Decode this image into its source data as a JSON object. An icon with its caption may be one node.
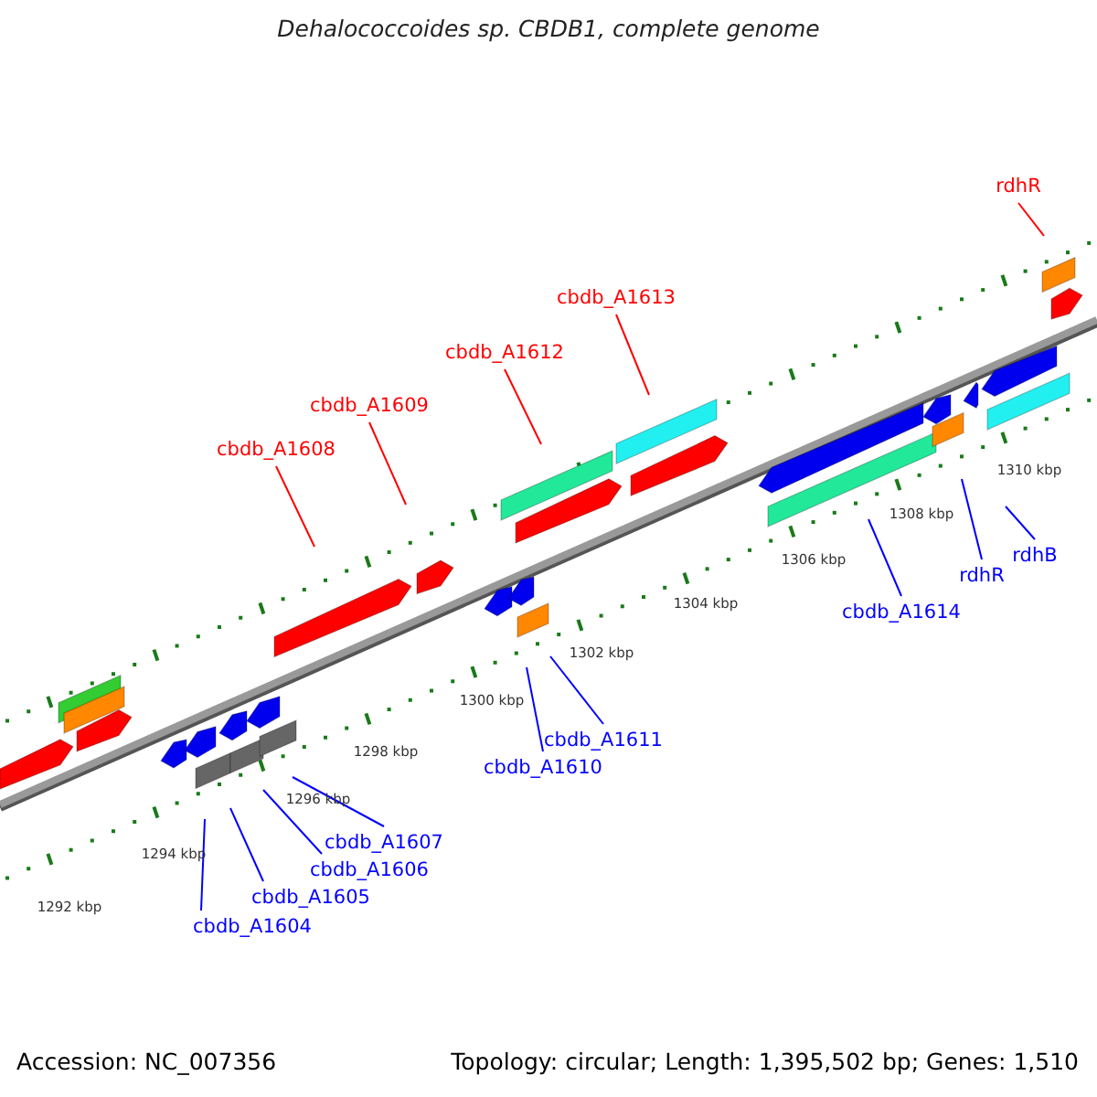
{
  "diagram": {
    "title": "Dehalococcoides sp. CBDB1, complete genome",
    "nodes": [
      {
        "text": [
          "rdhR"
        ]
      },
      {
        "text": [
          "cbdb_A1613"
        ]
      },
      {
        "text": [
          "cbdb_A1612"
        ]
      },
      {
        "text": [
          "cbdb_A1609"
        ]
      },
      {
        "text": [
          "cbdb_A1608"
        ]
      },
      {
        "text": [
          "rdhB"
        ]
      },
      {
        "text": [
          "rdhR"
        ]
      },
      {
        "text": [
          "cbdb_A1614"
        ]
      },
      {
        "text": [
          "cbdb_A1611"
        ]
      },
      {
        "text": [
          "cbdb_A1610"
        ]
      },
      {
        "text": [
          "cbdb_A1607"
        ]
      },
      {
        "text": [
          "cbdb_A1606"
        ]
      },
      {
        "text": [
          "cbdb_A1605"
        ]
      },
      {
        "text": [
          "cbdb_A1604"
        ]
      }
    ],
    "edges": [
      {
        "from": 0,
        "to": null,
        "arrow": "none",
        "color": "#ff0000"
      },
      {
        "from": 1,
        "to": null,
        "arrow": "none",
        "color": "#ff0000"
      },
      {
        "from": 2,
        "to": null,
        "arrow": "none",
        "color": "#ff0000"
      },
      {
        "from": 3,
        "to": null,
        "arrow": "none",
        "color": "#ff0000"
      },
      {
        "from": 4,
        "to": null,
        "arrow": "none",
        "color": "#ff0000"
      },
      {
        "from": 5,
        "to": null,
        "arrow": "none"
      },
      {
        "from": 6,
        "to": null,
        "arrow": "none"
      },
      {
        "from": 7,
        "to": null,
        "arrow": "none"
      },
      {
        "from": 8,
        "to": null,
        "arrow": "none"
      },
      {
        "from": 9,
        "to": null,
        "arrow": "none"
      },
      {
        "from": 10,
        "to": null,
        "arrow": "none"
      },
      {
        "from": 11,
        "to": null,
        "arrow": "none"
      },
      {
        "from": 12,
        "to": null,
        "arrow": "none"
      },
      {
        "from": 13,
        "to": null,
        "arrow": "none"
      }
    ],
    "labels": [
      "1310 kbp",
      "1308 kbp",
      "1306 kbp",
      "1304 kbp",
      "1302 kbp",
      "1300 kbp",
      "1298 kbp",
      "1296 kbp",
      "1294 kbp",
      "1292 kbp",
      "Accession: NC_007356",
      "Topology: circular; Length: 1,395,502 bp; Genes: 1,510"
    ]
  }
}
